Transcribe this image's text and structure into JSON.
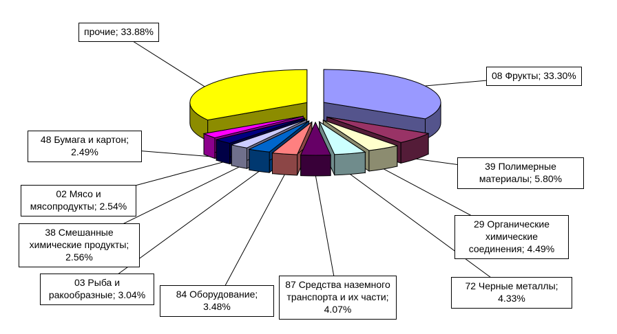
{
  "figure": {
    "background_color": "#FFFFFF",
    "outline_color": "#000000",
    "label_style": "callout boxes with leader lines"
  },
  "chart_data": {
    "type": "pie",
    "style": "3d-exploded",
    "unit": "%",
    "title": "",
    "legend": "none",
    "start_angle_deg": 0,
    "direction": "clockwise",
    "slices": [
      {
        "name": "08 Фрукты",
        "value": 33.3,
        "label": "08 Фрукты; 33.30%",
        "color": "#9999FF"
      },
      {
        "name": "39 Полимерные материалы",
        "value": 5.8,
        "label": "39 Полимерные материалы; 5.80%",
        "color": "#993366"
      },
      {
        "name": "29 Органические химические соединения",
        "value": 4.49,
        "label": "29 Органические химические соединения; 4.49%",
        "color": "#FFFFCC"
      },
      {
        "name": "72 Черные металлы",
        "value": 4.33,
        "label": "72 Черные металлы; 4.33%",
        "color": "#CCFFFF"
      },
      {
        "name": "87 Средства наземного транспорта и их части",
        "value": 4.07,
        "label": "87 Средства наземного транспорта и их части; 4.07%",
        "color": "#660066"
      },
      {
        "name": "84 Оборудование",
        "value": 3.48,
        "label": "84 Оборудование; 3.48%",
        "color": "#FF8080"
      },
      {
        "name": "03 Рыба и ракообразные",
        "value": 3.04,
        "label": "03 Рыба и ракообразные; 3.04%",
        "color": "#0066CC"
      },
      {
        "name": "38 Смешанные химические продукты",
        "value": 2.56,
        "label": "38 Смешанные химические продукты; 2.56%",
        "color": "#CCCCFF"
      },
      {
        "name": "02 Мясо и мясопродукты",
        "value": 2.54,
        "label": "02 Мясо и мясопродукты; 2.54%",
        "color": "#000080"
      },
      {
        "name": "48 Бумага и картон",
        "value": 2.49,
        "label": "48 Бумага и картон; 2.49%",
        "color": "#FF00FF"
      },
      {
        "name": "прочие",
        "value": 33.88,
        "label": "прочие; 33.88%",
        "color": "#FFFF00"
      }
    ]
  }
}
